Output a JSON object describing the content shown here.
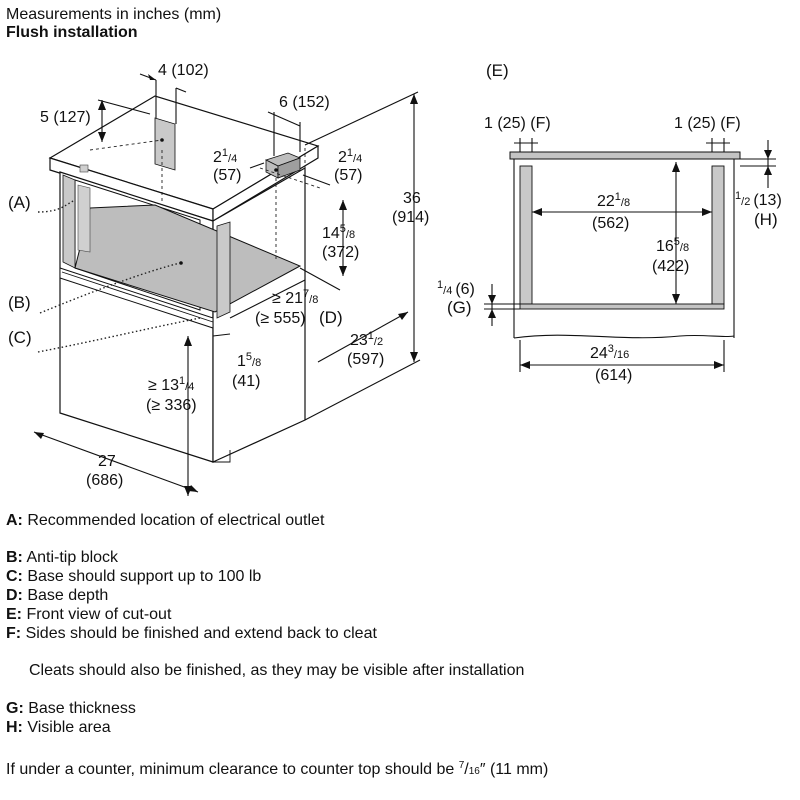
{
  "header": {
    "title": "Measurements in inches (mm)",
    "subtitle": "Flush installation"
  },
  "side_view": {
    "dims": {
      "top_offset": "4 (102)",
      "left_drop": "5 (127)",
      "outlet_box_width": "6 (152)",
      "outlet_left_w": "2",
      "outlet_left_mm": "(57)",
      "outlet_right_w": "2",
      "outlet_right_mm": "(57)",
      "outlet_height_whole": "14",
      "outlet_height_mm": "(372)",
      "total_height": "36",
      "total_height_mm": "(914)",
      "base_depth_whole": "≥ 21",
      "base_depth_mm": "(≥ 555)",
      "base_depth_tag": "(D)",
      "cabinet_depth_whole": "23",
      "cabinet_depth_mm": "(597)",
      "setback_whole": "1",
      "setback_mm": "(41)",
      "base_height_whole": "≥ 13",
      "base_height_mm": "(≥ 336)",
      "width": "27",
      "width_mm": "(686)"
    },
    "callouts": [
      "(A)",
      "(B)",
      "(C)"
    ]
  },
  "front_view": {
    "label": "(E)",
    "dims": {
      "side_left": "1 (25) (F)",
      "side_right": "1 (25) (F)",
      "inner_width_whole": "22",
      "inner_width_mm": "(562)",
      "inner_height_whole": "16",
      "inner_height_mm": "(422)",
      "visible_mm": "(13)",
      "visible_tag": "(H)",
      "base_thk_mm": "(6)",
      "base_thk_tag": "(G)",
      "cutout_width_whole": "24",
      "cutout_width_mm": "(614)"
    }
  },
  "fractions": {
    "quarter_num": "1",
    "quarter_den": "4",
    "eighth_num5": "5",
    "eighth_den": "8",
    "eighth_num7": "7",
    "eighth_num1": "1",
    "half_num": "1",
    "half_den": "2",
    "sixteenth_num3": "3",
    "sixteenth_den": "16",
    "sixteenth_num7": "7"
  },
  "legend": [
    {
      "key": "A:",
      "text": "Recommended location of electrical outlet"
    },
    {
      "key": "B:",
      "text": "Anti-tip block"
    },
    {
      "key": "C:",
      "text": "Base should support up to 100 lb"
    },
    {
      "key": "D:",
      "text": "Base depth"
    },
    {
      "key": "E:",
      "text": "Front view of cut-out"
    },
    {
      "key": "F:",
      "text": "Sides should be finished and extend back to cleat"
    },
    {
      "key": "",
      "text": "Cleats should also be finished, as they may be visible after installation"
    },
    {
      "key": "G:",
      "text": "Base thickness"
    },
    {
      "key": "H:",
      "text": "Visible area"
    }
  ],
  "footnote": {
    "prefix": "If under a counter, minimum clearance to counter top should be ",
    "suffix": "″ (11 mm)"
  }
}
